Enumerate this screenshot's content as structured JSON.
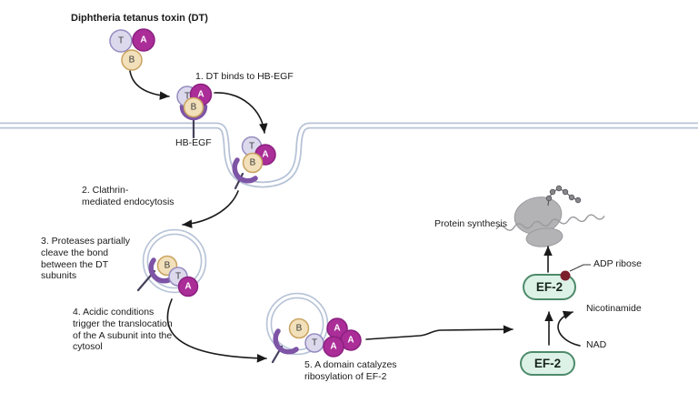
{
  "title": "Diphtheria tetanus toxin (DT)",
  "subunits": {
    "t": "T",
    "a": "A",
    "b": "B"
  },
  "steps": {
    "step1": "1. DT binds to HB-EGF",
    "step2": "2. Clathrin-\nmediated endocytosis",
    "step3": "3. Proteases partially\ncleave the bond\nbetween the DT\nsubunits",
    "step4": "4. Acidic conditions\ntrigger the translocation\nof the A subunit into the\ncytosol",
    "step5": "5. A domain catalyzes\nribosylation of EF-2"
  },
  "molecules": {
    "receptor": "HB-EGF",
    "ef2_top": "EF-2",
    "ef2_bottom": "EF-2",
    "adp_ribose": "ADP ribose",
    "nicotinamide": "Nicotinamide",
    "nad": "NAD",
    "protein_synthesis": "Protein synthesis"
  },
  "colors": {
    "membrane": "#b7c3d7",
    "receptor": "#7e54a6",
    "subunit_t_fill": "#dcd9ed",
    "subunit_t_stroke": "#958bbf",
    "subunit_a_fill": "#aa2d98",
    "subunit_a_stroke": "#8b2080",
    "subunit_b_fill": "#f2e0ba",
    "subunit_b_stroke": "#c9a25f",
    "ef2_fill": "#ddf2e7",
    "ef2_stroke": "#4d8a6a",
    "adp_dot": "#7c1f2d",
    "ribosome": "#b3b3b6",
    "arrow": "#1a1a1a",
    "text": "#1a1a1a"
  }
}
